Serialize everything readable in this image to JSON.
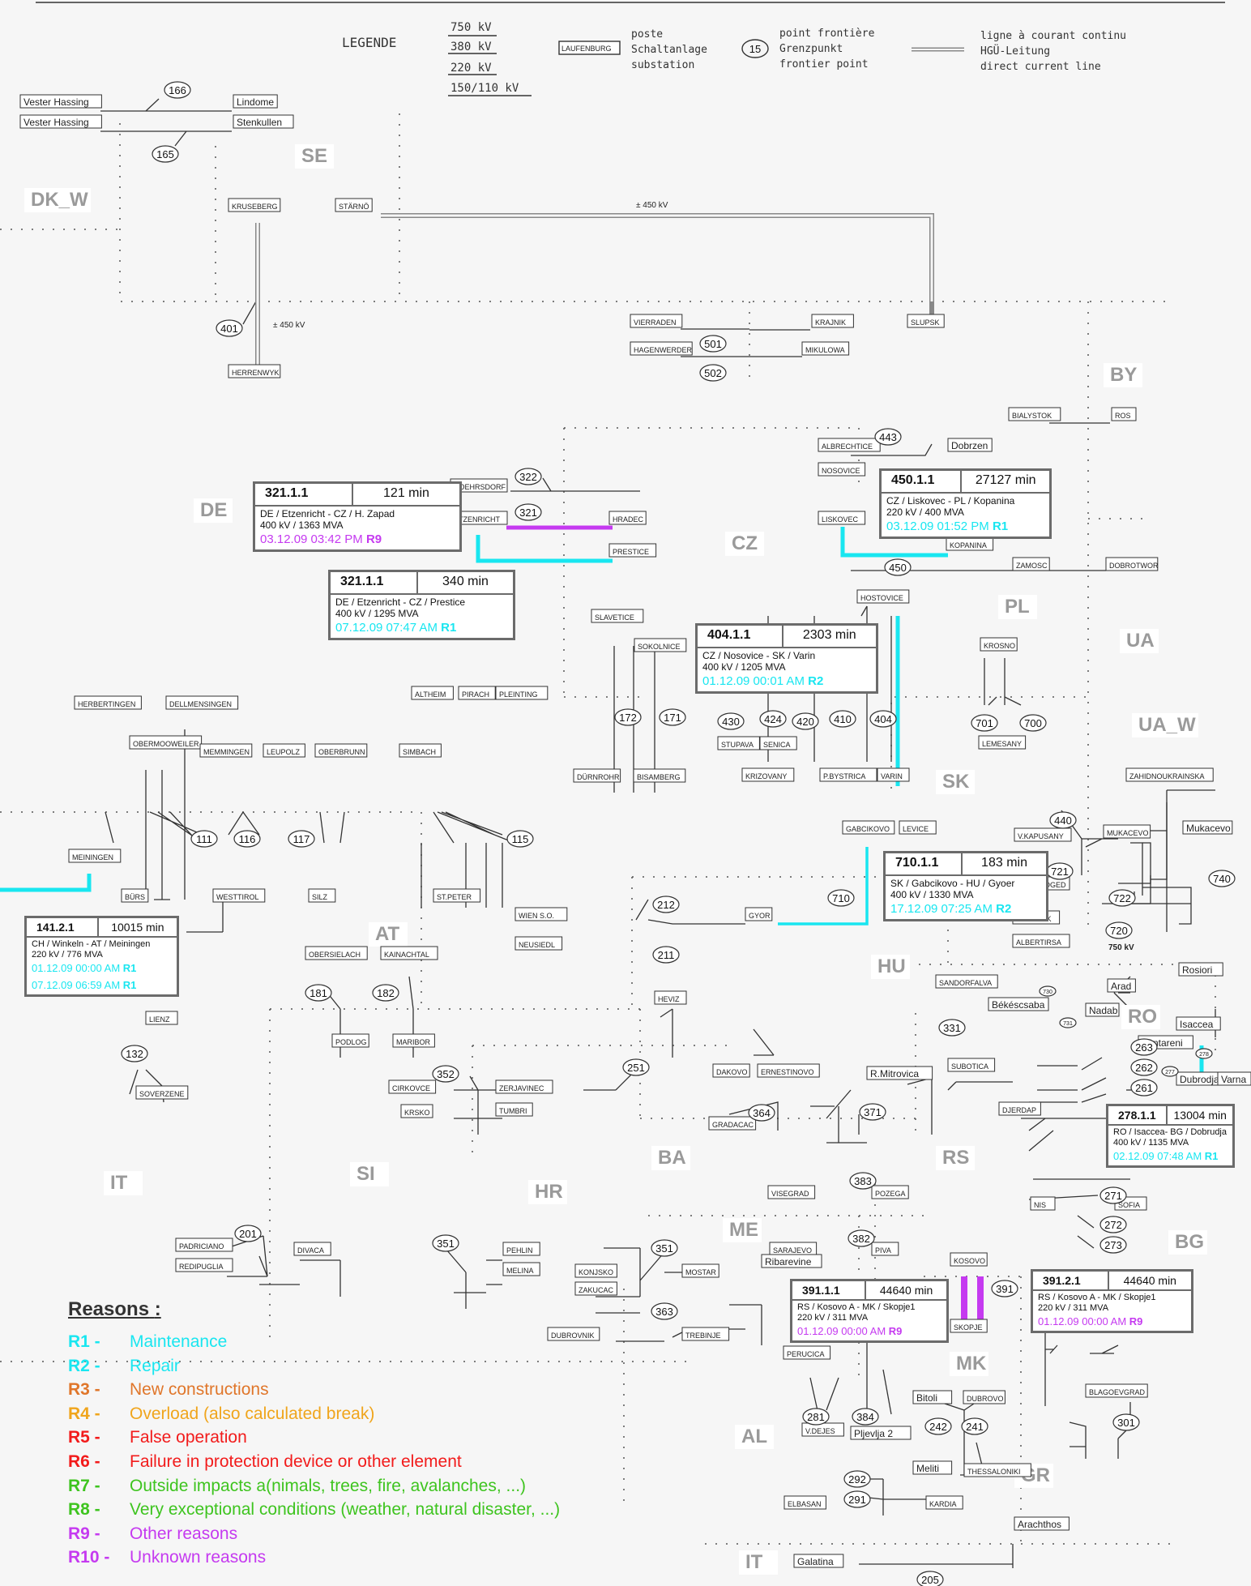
{
  "legend": {
    "title": "LEGENDE",
    "voltages": [
      "750 kV",
      "380 kV",
      "220 kV",
      "150/110 kV"
    ],
    "substation_example": "LAUFENBURG",
    "substation_label": [
      "poste",
      "Schaltanlage",
      "substation"
    ],
    "frontier_example": "15",
    "frontier_label": [
      "point frontière",
      "Grenzpunkt",
      "frontier point"
    ],
    "dc_label": [
      "ligne à courant continu",
      "HGÜ-Leitung",
      "direct current line"
    ]
  },
  "countries": [
    "SE",
    "DK_W",
    "DE",
    "CZ",
    "PL",
    "BY",
    "UA",
    "UA_W",
    "SK",
    "AT",
    "HU",
    "RO",
    "IT",
    "SI",
    "HR",
    "BA",
    "RS",
    "ME",
    "BG",
    "MK",
    "AL",
    "GR",
    "IT"
  ],
  "substations": [
    "Vester Hassing",
    "Lindome",
    "Vester Hassing",
    "Stenkullen",
    "KRUSEBERG",
    "STÄRNÖ",
    "HERRENWYK",
    "VIERRADEN",
    "HAGENWERDER",
    "KRAJNIK",
    "MIKULOWA",
    "SLUPSK",
    "BIALYSTOK",
    "ROS",
    "ALBRECHTICE",
    "Dobrzen",
    "NOSOVICE",
    "LISKOVEC",
    "KOPANINA",
    "ZAMOSC",
    "DOBROTWOR",
    "ROEHRSDORF",
    "ETZENRICHT",
    "HRADEC",
    "PRESTICE",
    "HOSTOVICE",
    "SLAVETICE",
    "SOKOLNICE",
    "KROSNO",
    "LEMESANY",
    "DÜRNROHR",
    "BISAMBERG",
    "STUPAVA",
    "SENICA",
    "KRIZOVANY",
    "P.BYSTRICA",
    "VARIN",
    "ZAHIDNOUKRAINSKA",
    "HERBERTINGEN",
    "OBERMOOWEILER",
    "DELLMENSINGEN",
    "MEMMINGEN",
    "LEUPOLZ",
    "OBERBRUNN",
    "ALTHEIM",
    "PIRACH",
    "PLEINTING",
    "SIMBACH",
    "MEININGEN",
    "BÜRS",
    "WESTTIROL",
    "SILZ",
    "ST.PETER",
    "GABCIKOVO",
    "LEVICE",
    "V.KAPUSANY",
    "MUKACEVO",
    "Mukacevo",
    "WIEN S.O.",
    "NEUSIEDL",
    "GYOR",
    "SAJOSZOGED",
    "TISZALOK",
    "ALBERTIRSA",
    "OBERSIELACH",
    "KAINACHTAL",
    "PODLOG",
    "MARIBOR",
    "LIENZ",
    "SOVERZENE",
    "HEVIZ",
    "Rosiori",
    "Arad",
    "SANDORFALVA",
    "Békéscsaba",
    "Nadab",
    "Isaccea",
    "Tântareni",
    "Dubrodja",
    "Varna",
    "SUBOTICA",
    "CIRKOVCE",
    "KRSKO",
    "ZERJAVINEC",
    "TUMBRI",
    "DAKOVO",
    "ERNESTINOVO",
    "R.Mitrovica",
    "GRADACAC",
    "DJERDAP",
    "VISEGRAD",
    "POZEGA",
    "NIS",
    "SOFIA",
    "PADRICIANO",
    "REDIPUGLIA",
    "DIVACA",
    "PEHLIN",
    "MELINA",
    "SARAJEVO",
    "Ribarevine",
    "PIVA",
    "KONJSKO",
    "ZAKUCAC",
    "MOSTAR",
    "DUBROVNIK",
    "TREBINJE",
    "PERUCICA",
    "KOSOVO",
    "SKOPJE",
    "BLAGOEVGRAD",
    "V.DEJES",
    "Pljevlja 2",
    "Bitoli",
    "DUBROVO",
    "Meliti",
    "THESSALONIKI",
    "ELBASAN",
    "KARDIA",
    "Arachthos",
    "Galatina"
  ],
  "frontier_points": [
    "166",
    "165",
    "401",
    "501",
    "502",
    "322",
    "321",
    "443",
    "450",
    "430",
    "424",
    "420",
    "410",
    "404",
    "172",
    "171",
    "701",
    "700",
    "111",
    "116",
    "117",
    "115",
    "440",
    "721",
    "722",
    "720",
    "740",
    "710",
    "212",
    "211",
    "181",
    "182",
    "730",
    "731",
    "263",
    "262",
    "261",
    "278",
    "277",
    "132",
    "251",
    "331",
    "352",
    "364",
    "371",
    "383",
    "271",
    "272",
    "273",
    "201",
    "351",
    "382",
    "351",
    "363",
    "391",
    "301",
    "281",
    "384",
    "242",
    "241",
    "292",
    "291",
    "205"
  ],
  "annotations": {
    "dc_450": "± 450 kV",
    "dc_450_west": "± 450 kV",
    "kv750": "750 kV"
  },
  "incidents": [
    {
      "id": "321.1.1",
      "duration": "121 min",
      "desc": [
        "DE / Etzenricht - CZ / H. Zapad",
        "400 kV / 1363 MVA"
      ],
      "events": [
        {
          "time": "03.12.09 03:42 PM",
          "reason": "R9"
        }
      ]
    },
    {
      "id": "321.1.1",
      "duration": "340 min",
      "desc": [
        "DE / Etzenricht - CZ / Prestice",
        "400 kV / 1295 MVA"
      ],
      "events": [
        {
          "time": "07.12.09 07:47 AM",
          "reason": "R1"
        }
      ]
    },
    {
      "id": "450.1.1",
      "duration": "27127 min",
      "desc": [
        "CZ / Liskovec - PL / Kopanina",
        "220 kV / 400 MVA"
      ],
      "events": [
        {
          "time": "03.12.09 01:52 PM",
          "reason": "R1"
        }
      ]
    },
    {
      "id": "404.1.1",
      "duration": "2303 min",
      "desc": [
        "CZ / Nosovice - SK / Varin",
        "400 kV / 1205 MVA"
      ],
      "events": [
        {
          "time": "01.12.09 00:01 AM",
          "reason": "R2"
        }
      ]
    },
    {
      "id": "710.1.1",
      "duration": "183 min",
      "desc": [
        "SK / Gabcikovo - HU / Gyoer",
        "400 kV / 1330 MVA"
      ],
      "events": [
        {
          "time": "17.12.09 07:25 AM",
          "reason": "R2"
        }
      ]
    },
    {
      "id": "141.2.1",
      "duration": "10015 min",
      "desc": [
        "CH / Winkeln - AT / Meiningen",
        "220 kV / 776 MVA"
      ],
      "events": [
        {
          "time": "01.12.09 00:00 AM",
          "reason": "R1"
        },
        {
          "time": "07.12.09 06:59 AM",
          "reason": "R1"
        }
      ]
    },
    {
      "id": "278.1.1",
      "duration": "13004 min",
      "desc": [
        "RO / Isaccea- BG / Dobrudja",
        "400 kV / 1135 MVA"
      ],
      "events": [
        {
          "time": "02.12.09 07:48 AM",
          "reason": "R1"
        }
      ]
    },
    {
      "id": "391.1.1",
      "duration": "44640 min",
      "desc": [
        "RS / Kosovo A - MK / Skopje1",
        "220 kV / 311 MVA"
      ],
      "events": [
        {
          "time": "01.12.09 00:00 AM",
          "reason": "R9"
        }
      ]
    },
    {
      "id": "391.2.1",
      "duration": "44640 min",
      "desc": [
        "RS / Kosovo A - MK / Skopje1",
        "220 kV / 311 MVA"
      ],
      "events": [
        {
          "time": "01.12.09 00:00 AM",
          "reason": "R9"
        }
      ]
    }
  ],
  "reasons": {
    "title": "Reasons",
    "title_suffix": ":",
    "items": [
      {
        "code": "R1 -",
        "text": "Maintenance",
        "color": "#19e6f0"
      },
      {
        "code": "R2 -",
        "text": "Repair",
        "color": "#19e6f0"
      },
      {
        "code": "R3 -",
        "text": "New constructions",
        "color": "#e0762a"
      },
      {
        "code": "R4 -",
        "text": "Overload (also calculated break)",
        "color": "#f0a51c"
      },
      {
        "code": "R5 -",
        "text": "False operation",
        "color": "#f21b1b"
      },
      {
        "code": "R6 -",
        "text": "Failure in protection device or other element",
        "color": "#f21b1b"
      },
      {
        "code": "R7 -",
        "text": "Outside impacts  a(nimals, trees, fire, avalanches, ...)",
        "color": "#3ec41f"
      },
      {
        "code": "R8 -",
        "text": "Very exceptional conditions (weather, natural disaster, ...)",
        "color": "#3ec41f"
      },
      {
        "code": "R9 -",
        "text": "Other reasons",
        "color": "#c53af0"
      },
      {
        "code": "R10 -",
        "text": "Unknown reasons",
        "color": "#c53af0"
      }
    ]
  },
  "colors": {
    "maintenance": "#19e6f0",
    "other": "#c53af0",
    "border": "#6b6b6b"
  }
}
